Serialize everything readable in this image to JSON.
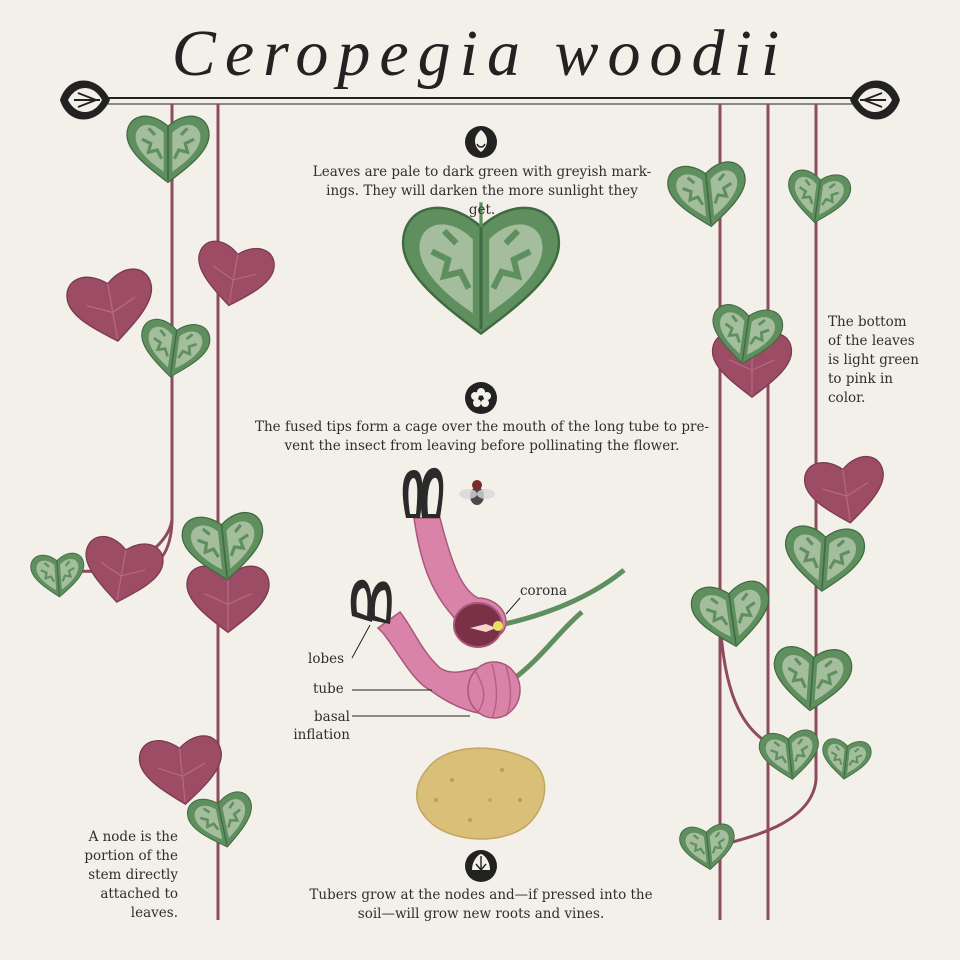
{
  "title": "Ceropegia woodii",
  "leaf_caption": "Leaves are pale to dark green with greyish mark- ings. They will darken the more sunlight they get.",
  "flower_caption": "The fused tips form a cage over the mouth of the long tube to pre- vent the insect from leaving before pollinating the flower.",
  "underside_caption": "The bottom of the leaves is light green to pink in color.",
  "node_caption": "A node is the portion of the stem directly attached to leaves.",
  "tuber_caption": "Tubers grow at the nodes and—if pressed into the soil—will grow new roots and vines.",
  "labels": {
    "corona": "corona",
    "lobes": "lobes",
    "tube": "tube",
    "basal_inflation": "basal inflation"
  },
  "colors": {
    "background": "#f3f0e9",
    "leaf_green": "#5f8f5e",
    "leaf_pattern": "#b9ccb3",
    "leaf_underside": "#9c4c64",
    "stem": "#8f4b5e",
    "flower_pink": "#d983a8",
    "tuber": "#d9bf78",
    "ink": "#222222"
  },
  "icons": [
    "leaf-icon",
    "flower-icon",
    "tuber-icon",
    "lotus-ornament-icon"
  ]
}
